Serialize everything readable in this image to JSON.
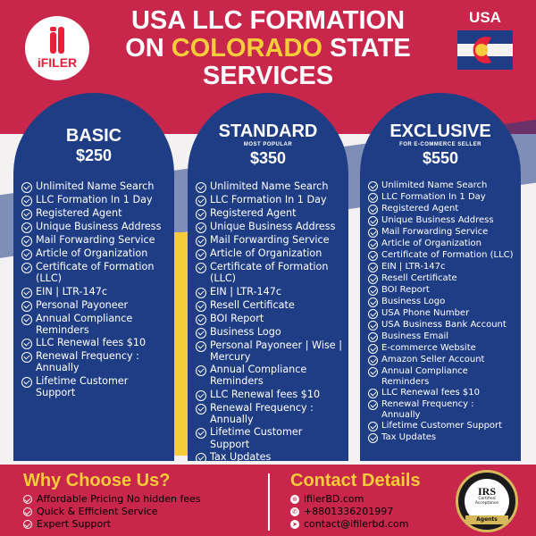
{
  "header": {
    "logo_text": "iFILER",
    "title_line1": "USA LLC FORMATION",
    "title_on": "ON ",
    "title_highlight": "COLORADO",
    "title_state": " STATE",
    "title_line3": "SERVICES",
    "country_label": "USA"
  },
  "plans": [
    {
      "name": "BASIC",
      "subtitle": "",
      "price": "$250",
      "features": [
        "Unlimited Name Search",
        "LLC Formation In 1 Day",
        "Registered Agent",
        "Unique Business Address",
        "Mail Forwarding Service",
        "Article of Organization",
        "Certificate of Formation (LLC)",
        "EIN | LTR-147c",
        "Personal Payoneer",
        "Annual Compliance Reminders",
        "LLC Renewal fees $10",
        "Renewal Frequency : Annually",
        "Lifetime Customer Support"
      ]
    },
    {
      "name": "STANDARD",
      "subtitle": "MOST POPULAR",
      "price": "$350",
      "features": [
        "Unlimited Name Search",
        "LLC Formation In 1 Day",
        "Registered Agent",
        "Unique Business Address",
        "Mail Forwarding Service",
        "Article of Organization",
        "Certificate of Formation (LLC)",
        "EIN | LTR-147c",
        "Resell Certificate",
        "BOI Report",
        "Business Logo",
        "Personal Payoneer | Wise | Mercury",
        "Annual Compliance Reminders",
        "LLC Renewal fees $10",
        "Renewal Frequency : Annually",
        "Lifetime Customer Support",
        "Tax Updates"
      ]
    },
    {
      "name": "EXCLUSIVE",
      "subtitle": "FOR E-COMMERCE SELLER",
      "price": "$550",
      "features": [
        "Unlimited Name Search",
        "LLC Formation In 1 Day",
        "Registered Agent",
        "Unique Business Address",
        "Mail Forwarding Service",
        "Article of Organization",
        "Certificate of Formation (LLC)",
        "EIN | LTR-147c",
        "Resell Certificate",
        "BOI Report",
        "Business Logo",
        "USA Phone Number",
        "USA Business Bank Account",
        "Business Email",
        "E-commerce Website",
        "Amazon Seller Account",
        "Annual Compliance Reminders",
        "LLC Renewal fees $10",
        "Renewal Frequency : Annually",
        "Lifetime Customer Support",
        "Tax Updates"
      ]
    }
  ],
  "why": {
    "title": "Why Choose Us?",
    "items": [
      "Affordable Pricing No hidden fees",
      "Quick & Efficient Service",
      "Expert Support"
    ]
  },
  "contact": {
    "title": "Contact Details",
    "items": [
      {
        "icon": "globe-icon",
        "glyph": "⊕",
        "text": "ifilerBD.com"
      },
      {
        "icon": "whatsapp-icon",
        "glyph": "✆",
        "text": "+8801336201997"
      },
      {
        "icon": "telegram-icon",
        "glyph": "➤",
        "text": "contact@ifilerbd.com"
      }
    ]
  },
  "badge": {
    "big": "IRS",
    "line1": "Certified",
    "line2": "Acceptance",
    "band": "Agents"
  },
  "colors": {
    "brand_red": "#c8264a",
    "navy": "#1f3d85",
    "yellow": "#f6cc3a"
  }
}
